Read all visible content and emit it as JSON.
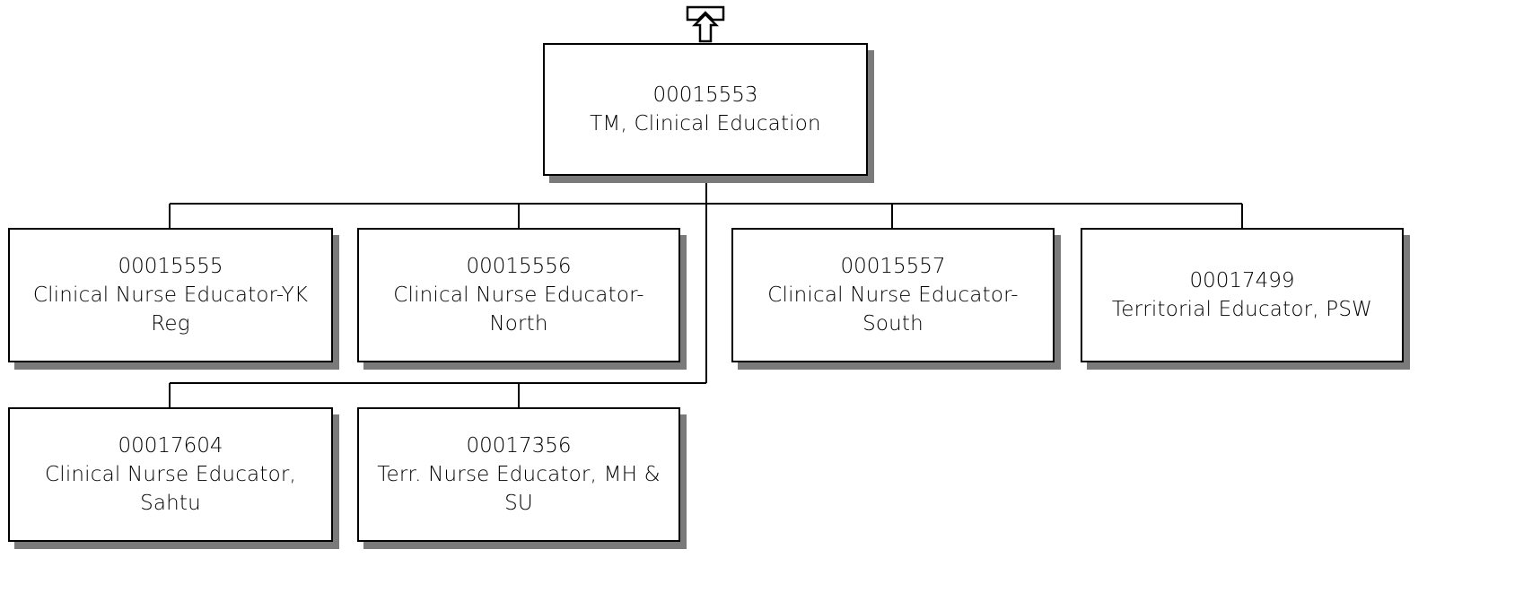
{
  "chart": {
    "root": {
      "id": "00015553",
      "title": "TM, Clinical Education"
    },
    "row1": [
      {
        "id": "00015555",
        "title": "Clinical Nurse Educator-YK Reg"
      },
      {
        "id": "00015556",
        "title": "Clinical Nurse Educator-North"
      },
      {
        "id": "00015557",
        "title": "Clinical Nurse Educator-South"
      },
      {
        "id": "00017499",
        "title": "Territorial Educator, PSW"
      }
    ],
    "row2": [
      {
        "id": "00017604",
        "title": "Clinical Nurse Educator, Sahtu"
      },
      {
        "id": "00017356",
        "title": "Terr. Nurse Educator, MH & SU"
      }
    ]
  },
  "icons": {
    "navigate_up": "up-arrow-icon"
  }
}
